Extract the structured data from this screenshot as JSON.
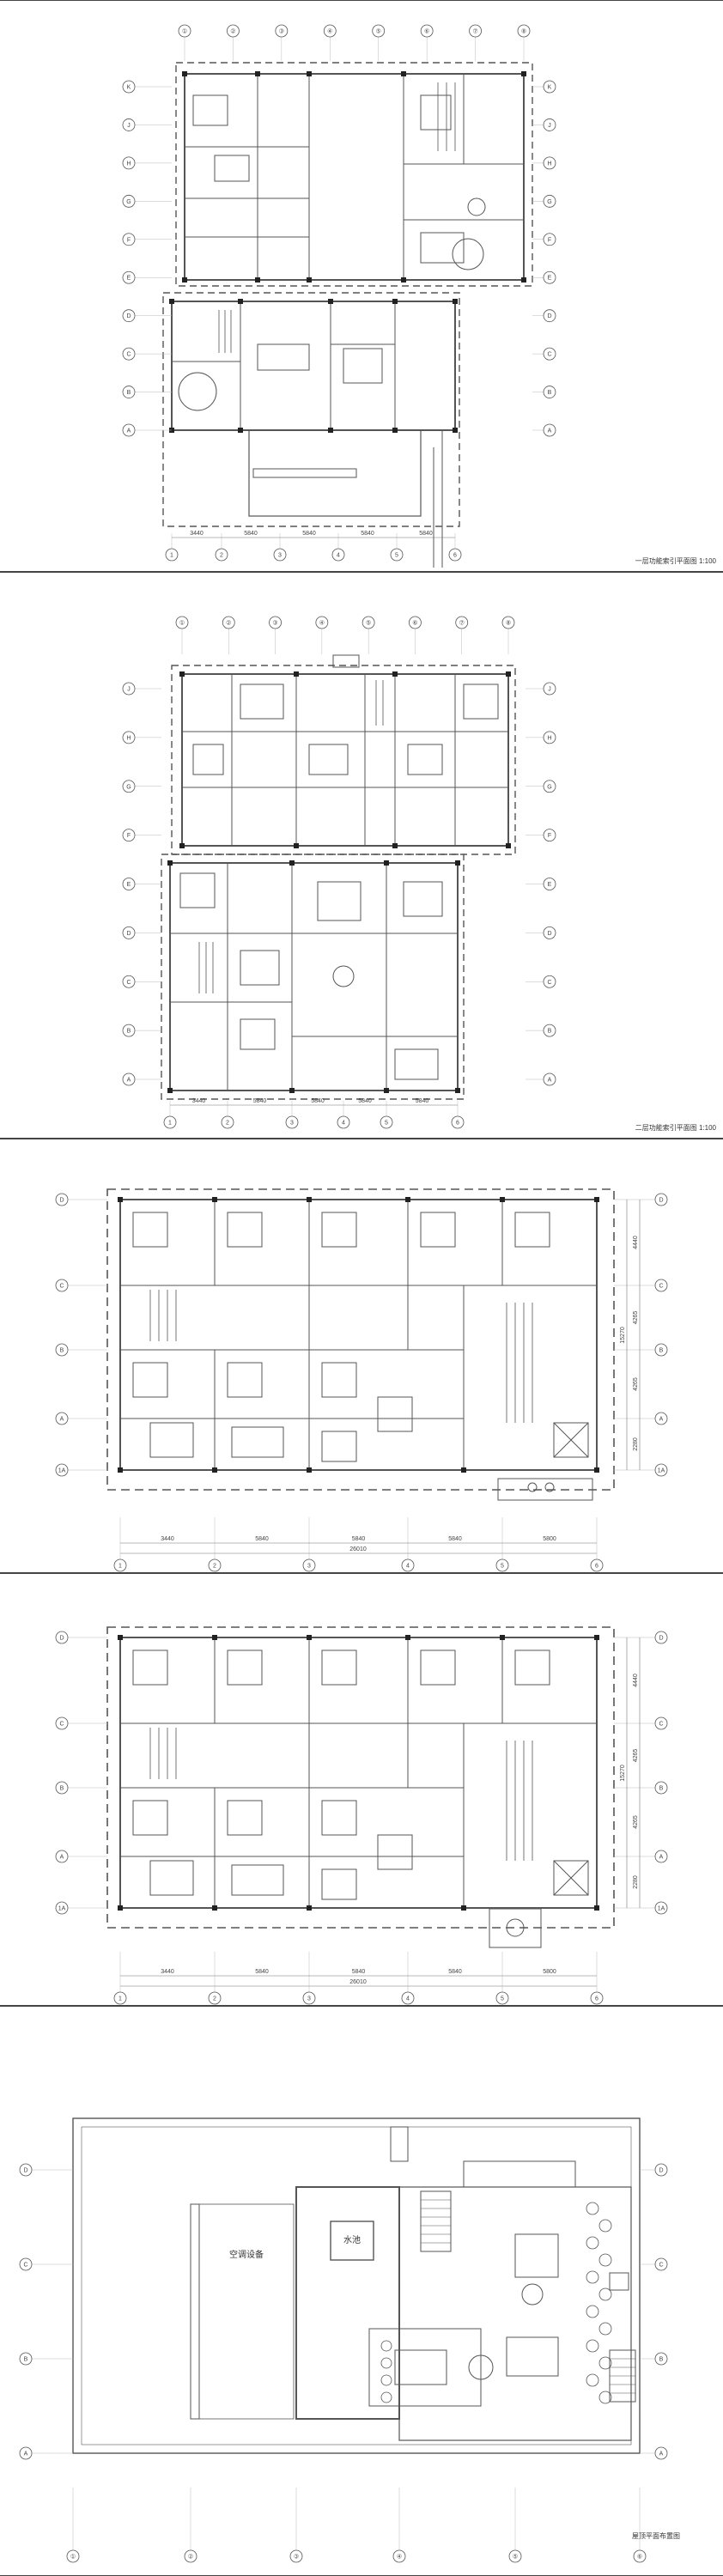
{
  "sheets": [
    {
      "id": "s1",
      "caption": "一层功能索引平面图",
      "scale": "1:100",
      "cols": [
        "①",
        "②",
        "③",
        "④",
        "⑤",
        "⑥",
        "⑦",
        "⑧"
      ],
      "bottom_cols": [
        "1",
        "2",
        "3",
        "4",
        "5",
        "6"
      ],
      "rows": [
        "K",
        "J",
        "H",
        "G",
        "F",
        "E",
        "D",
        "C",
        "B",
        "A"
      ],
      "dims": [
        "3440",
        "5840",
        "5840",
        "5840",
        "5840"
      ]
    },
    {
      "id": "s2",
      "caption": "二层功能索引平面图",
      "scale": "1:100",
      "cols": [
        "①",
        "②",
        "③",
        "④",
        "⑤",
        "⑥",
        "⑦",
        "⑧"
      ],
      "bottom_cols": [
        "1",
        "2",
        "3",
        "4",
        "5",
        "6"
      ],
      "rows": [
        "J",
        "H",
        "G",
        "F",
        "E",
        "D",
        "C",
        "B",
        "A"
      ],
      "dims": [
        "3440",
        "5840",
        "5840",
        "5840",
        "5840"
      ]
    },
    {
      "id": "s3",
      "caption": "",
      "bottom_cols": [
        "1",
        "2",
        "3",
        "4",
        "5",
        "6"
      ],
      "rows": [
        "D",
        "C",
        "B",
        "A",
        "1A"
      ],
      "row_dims": [
        "4440",
        "4265",
        "4265",
        "2280"
      ],
      "total_row_dim": "15270",
      "dims": [
        "3440",
        "5840",
        "5840",
        "5840",
        "5800"
      ],
      "total": "26010"
    },
    {
      "id": "s4",
      "caption": "",
      "bottom_cols": [
        "1",
        "2",
        "3",
        "4",
        "5",
        "6"
      ],
      "rows": [
        "D",
        "C",
        "B",
        "A",
        "1A"
      ],
      "row_dims": [
        "4440",
        "4265",
        "4265",
        "2280"
      ],
      "total_row_dim": "15270",
      "dims": [
        "3440",
        "5840",
        "5840",
        "5840",
        "5800"
      ],
      "total": "26010"
    },
    {
      "id": "s5",
      "caption": "屋顶平面布置图",
      "bottom_cols": [
        "①",
        "②",
        "③",
        "④",
        "⑤",
        "⑥"
      ],
      "rows": [
        "D",
        "C",
        "B",
        "A"
      ],
      "labels": {
        "left_area": "空调设备",
        "center_area": "水池"
      }
    }
  ]
}
